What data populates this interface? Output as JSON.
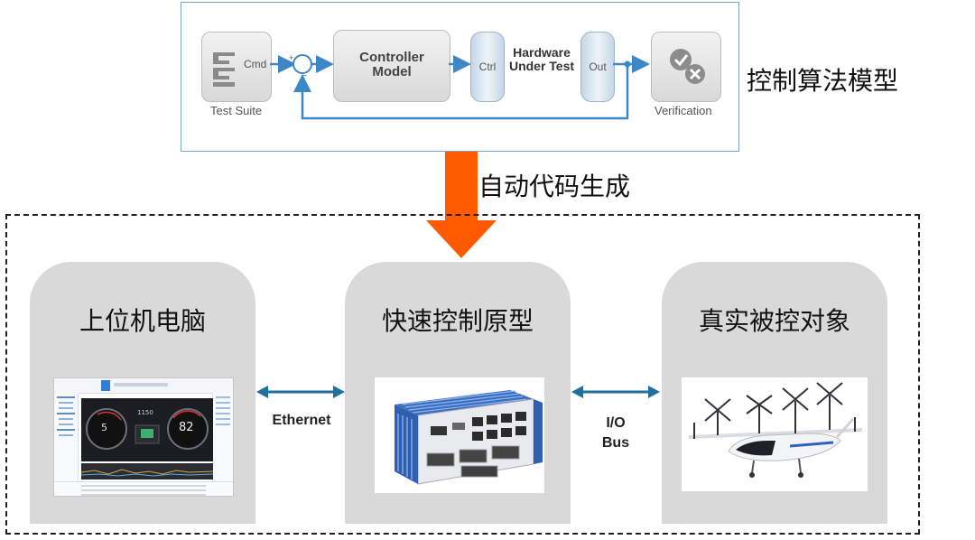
{
  "hil": {
    "test_suite_label": "Test Suite",
    "cmd_label": "Cmd",
    "controller_label": "Controller Model",
    "ctrl_label": "Ctrl",
    "hut_label": "Hardware Under Test",
    "out_label": "Out",
    "verification_label": "Verification",
    "sum_plus": "+",
    "sum_minus": "−"
  },
  "labels": {
    "algo_model": "控制算法模型",
    "codegen": "自动代码生成"
  },
  "panels": {
    "host": "上位机电脑",
    "rcp": "快速控制原型",
    "plant": "真实被控对象"
  },
  "links": {
    "ethernet": "Ethernet",
    "io_bus_line1": "I/O",
    "io_bus_line2": "Bus"
  },
  "dashboard": {
    "speed_left": "5",
    "speed_right": "82",
    "center_value": "1150"
  },
  "colors": {
    "arrow_orange": "#ff5a00",
    "link_blue": "#1f6f9f",
    "panel_grey": "#d9d9d9",
    "hil_border": "#7aa4c8"
  }
}
